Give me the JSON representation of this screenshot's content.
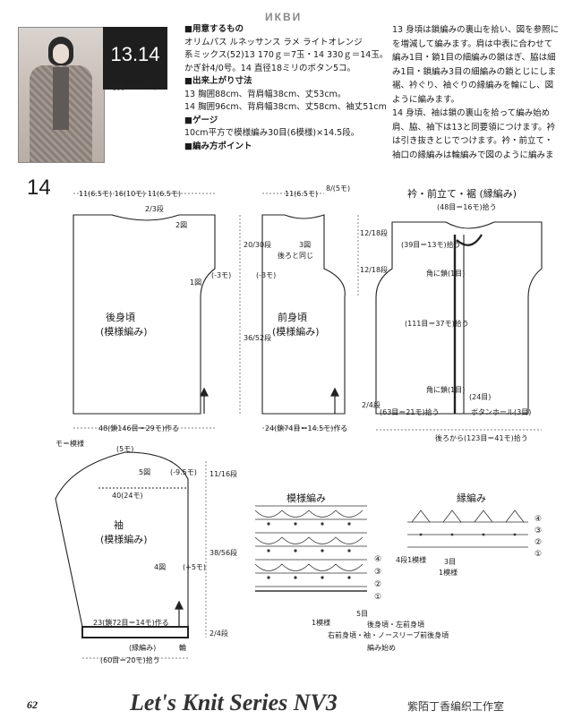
{
  "photo": {
    "badge": "13.14",
    "caption": "写真→20ページ"
  },
  "watermark_top": "ИКВИ",
  "spec": [
    {
      "t": "■用意するもの",
      "hd": true
    },
    {
      "t": "オリムパス ルネッサンス ラメ ライトオレンジ",
      "hd": false
    },
    {
      "t": "系ミックス(52)13 170ｇ＝7玉・14 330ｇ＝14玉。",
      "hd": false
    },
    {
      "t": "かぎ針4/0号。14 直径18ミリのボタン5コ。",
      "hd": false
    },
    {
      "t": "■出来上がり寸法",
      "hd": true
    },
    {
      "t": "13 胸囲88cm、背肩幅38cm、丈53cm。",
      "hd": false
    },
    {
      "t": "14 胸囲96cm、背肩幅38cm、丈58cm、袖丈51cm。",
      "hd": false
    },
    {
      "t": "■ゲージ",
      "hd": true
    },
    {
      "t": "10cm平方で模様編み30目(6模様)×14.5段。",
      "hd": false
    },
    {
      "t": "■編み方ポイント",
      "hd": true
    }
  ],
  "notes": [
    "13 身頃は鎖編みの裏山を拾い、図を参照に",
    "を増減して編みます。肩は中表に合わせて",
    "編み1目・鎖1目の細編みの鎖はぎ、脇は細",
    "み1目・鎖編み3目の細編みの鎖とじにしま",
    "裾、衿ぐり、袖ぐりの縁編みを輪にし、図",
    "ように編みます。",
    "14 身頃、袖は鎖の裏山を拾って編み始め",
    "肩、脇、袖下は13と同要領につけます。衿",
    "は引き抜きとじでつけます。衿・前立て・",
    "袖口の縁編みは輪編みで図のように編みま"
  ],
  "figure_number": "14",
  "pieces": {
    "back": {
      "name": "後身頃",
      "pattern": "(模様編み)"
    },
    "front": {
      "name": "前身頃",
      "pattern": "(模様編み)"
    },
    "sleeve": {
      "name": "袖",
      "pattern": "(模様編み)"
    },
    "edging_title": "衿・前立て・裾 (縁編み)",
    "pattern_chart_title": "模様編み",
    "edge_chart_title": "縁編み"
  },
  "labels": {
    "back_top": "11(6.5モ)  16(10モ)  11(6.5モ)",
    "back_neck": "2/3段",
    "back_2": "2図",
    "back_1": "1図",
    "back_minus3": "(-3モ)",
    "back_h1": "20/30段",
    "back_h2": "36/52段",
    "back_bottom": "48(鎖146目＝29モ)作る",
    "moyou_note": "モ＝模様",
    "front_top": "11(6.5モ)",
    "front_top2": "8/(5モ)",
    "front_3": "3図",
    "front_minus3": "(-3モ)",
    "front_same": "後ろと同じ",
    "front_h1": "12/18段",
    "front_h2": "12/18段",
    "front_bottom": "24(鎖74目＝14.5モ)作る",
    "edge_48": "(48目＝16モ)拾う",
    "edge_39": "(39目＝13モ)拾う",
    "edge_corner1": "角に鎖(1目)",
    "edge_111": "(111目＝37モ)拾う",
    "edge_corner2": "角に鎖(1目)",
    "edge_24": "(24目)",
    "edge_63": "(63目＝21モ)拾う",
    "edge_button": "ボタンホール(3目)",
    "edge_2": "2/4段",
    "edge_back": "後ろから(123目＝41モ)拾う",
    "sleeve_top": "(5モ)",
    "sleeve_5": "5図",
    "sleeve_m95": "(-9.5モ)",
    "sleeve_40": "40(24モ)",
    "sleeve_4": "4図",
    "sleeve_p5": "(+5モ)",
    "sleeve_23": "23(鎖72目＝14モ)作る",
    "sleeve_edge": "(縁編み)",
    "sleeve_60": "(60目＝20モ)拾う",
    "sleeve_wa": "輪",
    "sleeve_h1": "11/16段",
    "sleeve_h2": "38/56段",
    "sleeve_h3": "2/4段",
    "chart_1row": "1模様",
    "chart_5me": "5目",
    "chart_4row": "4段1模様",
    "chart_start": "編み始め",
    "chart_rows": "後身頃・左前身頃",
    "chart_rows2": "右前身頃・袖・ノースリーブ前後身頃",
    "edge_3me": "3目",
    "edge_1moyou": "1模様",
    "rows_n": [
      "④",
      "③",
      "②",
      "①"
    ]
  },
  "footer": "Let's Knit Series NV3",
  "page_number": "62",
  "studio_mark": "紫陌丁香编织工作室"
}
